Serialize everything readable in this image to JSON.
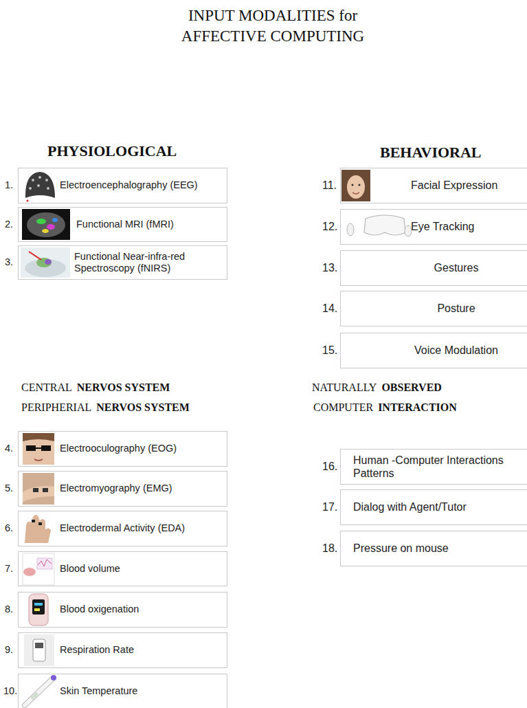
{
  "diagram": {
    "title": "INPUT MODALITIES for AFFECTIVE COMPUTING",
    "nodes": [
      {
        "text": [
          "1.",
          "Electroencephalography (EEG)"
        ]
      },
      {
        "text": [
          "2.",
          "Functional MRI (fMRI)"
        ]
      },
      {
        "text": [
          "3.",
          "Functional Near-infra-red Spectroscopy (fNIRS)"
        ]
      },
      {
        "text": [
          "4.",
          "Electrooculography (EOG)"
        ]
      },
      {
        "text": [
          "5.",
          "Electromyography (EMG)"
        ]
      },
      {
        "text": [
          "6.",
          "Electrodermal Activity (EDA)"
        ]
      },
      {
        "text": [
          "7.",
          "Blood volume"
        ]
      },
      {
        "text": [
          "8.",
          "Blood oxigenation"
        ]
      },
      {
        "text": [
          "9.",
          "Respiration Rate"
        ]
      },
      {
        "text": [
          "10.",
          "Skin Temperature"
        ]
      },
      {
        "text": [
          "11.",
          "Facial Expression"
        ]
      },
      {
        "text": [
          "12.",
          "Eye Tracking"
        ]
      },
      {
        "text": [
          "13.",
          "Gestures"
        ]
      },
      {
        "text": [
          "14.",
          "Posture"
        ]
      },
      {
        "text": [
          "15.",
          "Voice Modulation"
        ]
      },
      {
        "text": [
          "16.",
          "Human -Computer Interactions Patterns"
        ]
      },
      {
        "text": [
          "17.",
          "Dialog with Agent/Tutor"
        ]
      },
      {
        "text": [
          "18.",
          "Pressure on mouse"
        ]
      }
    ],
    "labels": [
      "PHYSIOLOGICAL",
      "BEHAVIORAL",
      "CENTRAL",
      "NERVOS SYSTEM",
      "NATURALLY",
      "OBSERVED",
      "PERIPHERIAL",
      "NERVOS SYSTEM",
      "COMPUTER",
      "INTERACTION"
    ]
  }
}
